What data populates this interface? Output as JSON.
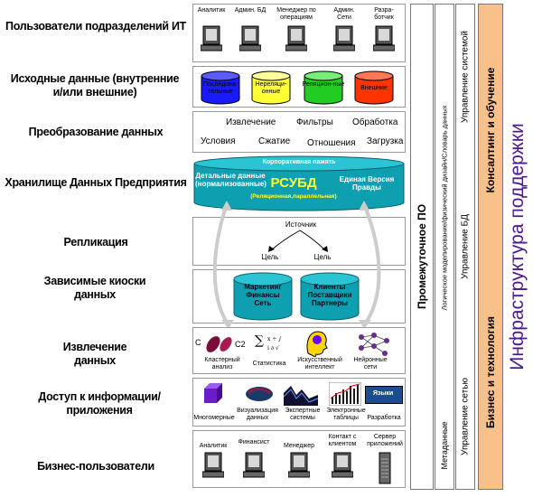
{
  "layers": [
    {
      "id": "users_it",
      "label": "Пользователи подразделений ИТ"
    },
    {
      "id": "source",
      "label": "Исходные данные (внутренние и/или внешние)"
    },
    {
      "id": "transform",
      "label": "Преобразование данных"
    },
    {
      "id": "dwh",
      "label": "Хранилище Данных Предприятия"
    },
    {
      "id": "replication",
      "label": "Репликация"
    },
    {
      "id": "marts",
      "label": "Зависимые киоски данных"
    },
    {
      "id": "mining",
      "label": "Извлечение данных"
    },
    {
      "id": "access",
      "label": "Доступ к информации/ приложения"
    },
    {
      "id": "business",
      "label": "Бизнес-пользователи"
    }
  ],
  "it_users": [
    "Аналитик",
    "Админ. БД",
    "Менеджер по операциям",
    "Админ. Сети",
    "Разра-ботчик"
  ],
  "sources": [
    {
      "label": "Последова-тельные",
      "color": "#1a1aff"
    },
    {
      "label": "Нереляци-онные",
      "color": "#ffff33"
    },
    {
      "label": "Реляцион-ные",
      "color": "#22cc22"
    },
    {
      "label": "Внешние",
      "color": "#ff3300"
    }
  ],
  "transform_words": [
    "Извлечение",
    "Фильтры",
    "Обработка",
    "Условия",
    "Сжатие",
    "Отношения",
    "Загрузка"
  ],
  "dwh": {
    "top": "Корпоративная память",
    "left": "Детальные данные (нормализованные)",
    "center": "РСУБД",
    "sub": "(Реляционная,параллельная)",
    "right": "Единая Версия Правды",
    "color": "#0e9fb0"
  },
  "replication": {
    "source": "Источник",
    "target_left": "Цель",
    "target_right": "Цель"
  },
  "marts": [
    {
      "label": "Маркетинг Финансы Сеть"
    },
    {
      "label": "Клиенты Поставщики Партнеры"
    }
  ],
  "mining": [
    {
      "label": "Кластерный анализ",
      "icon": "cluster-icon",
      "c1": "C",
      "c2": "C2"
    },
    {
      "label": "Статистика",
      "icon": "statistics-icon"
    },
    {
      "label": "Искусственный интеллект",
      "icon": "ai-head-icon"
    },
    {
      "label": "Нейронные сети",
      "icon": "neural-network-icon"
    }
  ],
  "access": [
    {
      "label": "Многомерные",
      "icon": "cube-icon"
    },
    {
      "label": "Визуализация данных",
      "icon": "visualization-icon"
    },
    {
      "label": "Экспертные системы",
      "icon": "expert-chart-icon"
    },
    {
      "label": "Электронные таблицы",
      "icon": "spreadsheet-chart-icon"
    },
    {
      "label": "Разработка",
      "icon": "language-icon",
      "inner": "Языки"
    }
  ],
  "business_users": [
    "Аналитик",
    "Финансист",
    "Менеджер",
    "Контакт с клиентом",
    "Сервер приложений"
  ],
  "bars": [
    {
      "label": "Промежуточное ПО",
      "color": "#ffffff",
      "text_color": "#000000"
    },
    {
      "label": "Метаданные",
      "extra": "Логическое моделирование/физический дизайн/Словарь данных",
      "color": "#ffffff",
      "text_color": "#000000"
    },
    {
      "label": "Управление сетью",
      "extra": "Управление БД",
      "extra2": "Управление системой",
      "color": "#ffffff",
      "text_color": "#000000"
    },
    {
      "label": "Бизнес и технология",
      "extra": "Консалтинг и обучение",
      "color": "#f9c08a",
      "text_color": "#000000"
    },
    {
      "label": "Инфраструктура поддержки",
      "color": "#ffffff",
      "text_color": "#4b1a8c"
    }
  ]
}
